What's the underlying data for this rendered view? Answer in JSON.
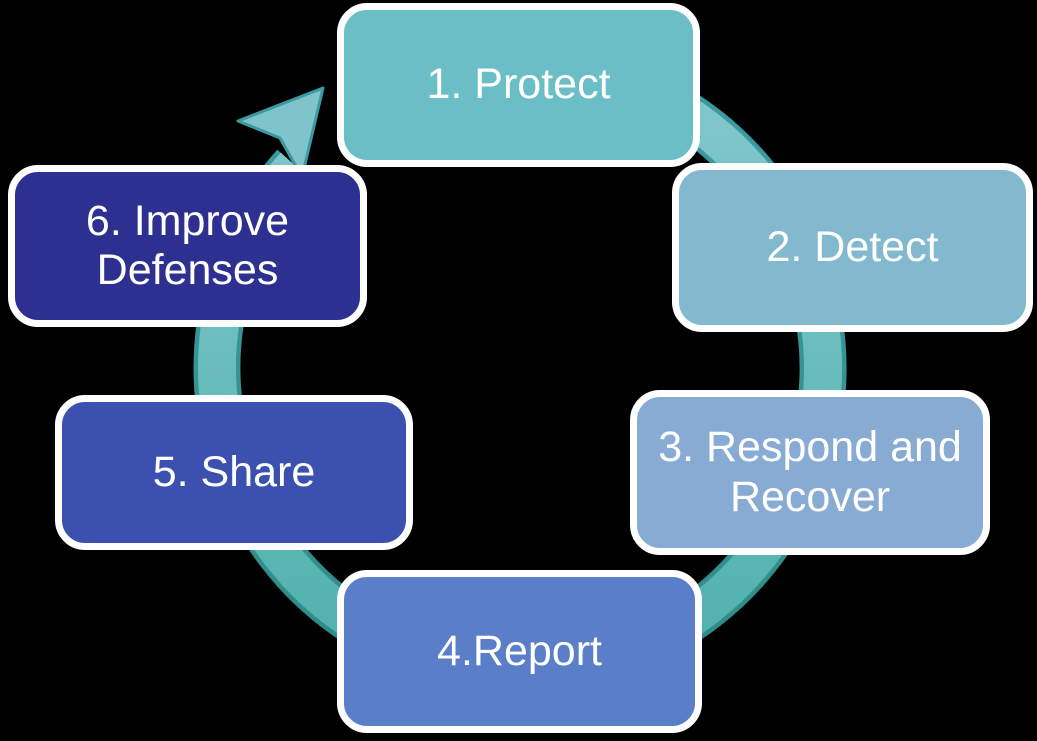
{
  "diagram": {
    "type": "cycle",
    "background_color": "#000000",
    "text_color": "#ffffff",
    "box_border_color": "#ffffff",
    "ring": {
      "color_top": "#85C8CE",
      "color_bottom": "#4FB1AB",
      "edge_top": "#3C9BA1",
      "edge_bottom": "#2E8C87",
      "arrowhead_fill": "#7FC4CB",
      "arrowhead_edge": "#3D99A0"
    },
    "steps": [
      {
        "label": "1. Protect",
        "color": "#6CBEC6"
      },
      {
        "label": "2. Detect",
        "color": "#82B9CE"
      },
      {
        "label": "3. Respond and Recover",
        "color": "#88ABD3"
      },
      {
        "label": "4.Report",
        "color": "#5B7EC8"
      },
      {
        "label": "5. Share",
        "color": "#3C50AF"
      },
      {
        "label": "6. Improve Defenses",
        "color": "#2D3091"
      }
    ]
  }
}
